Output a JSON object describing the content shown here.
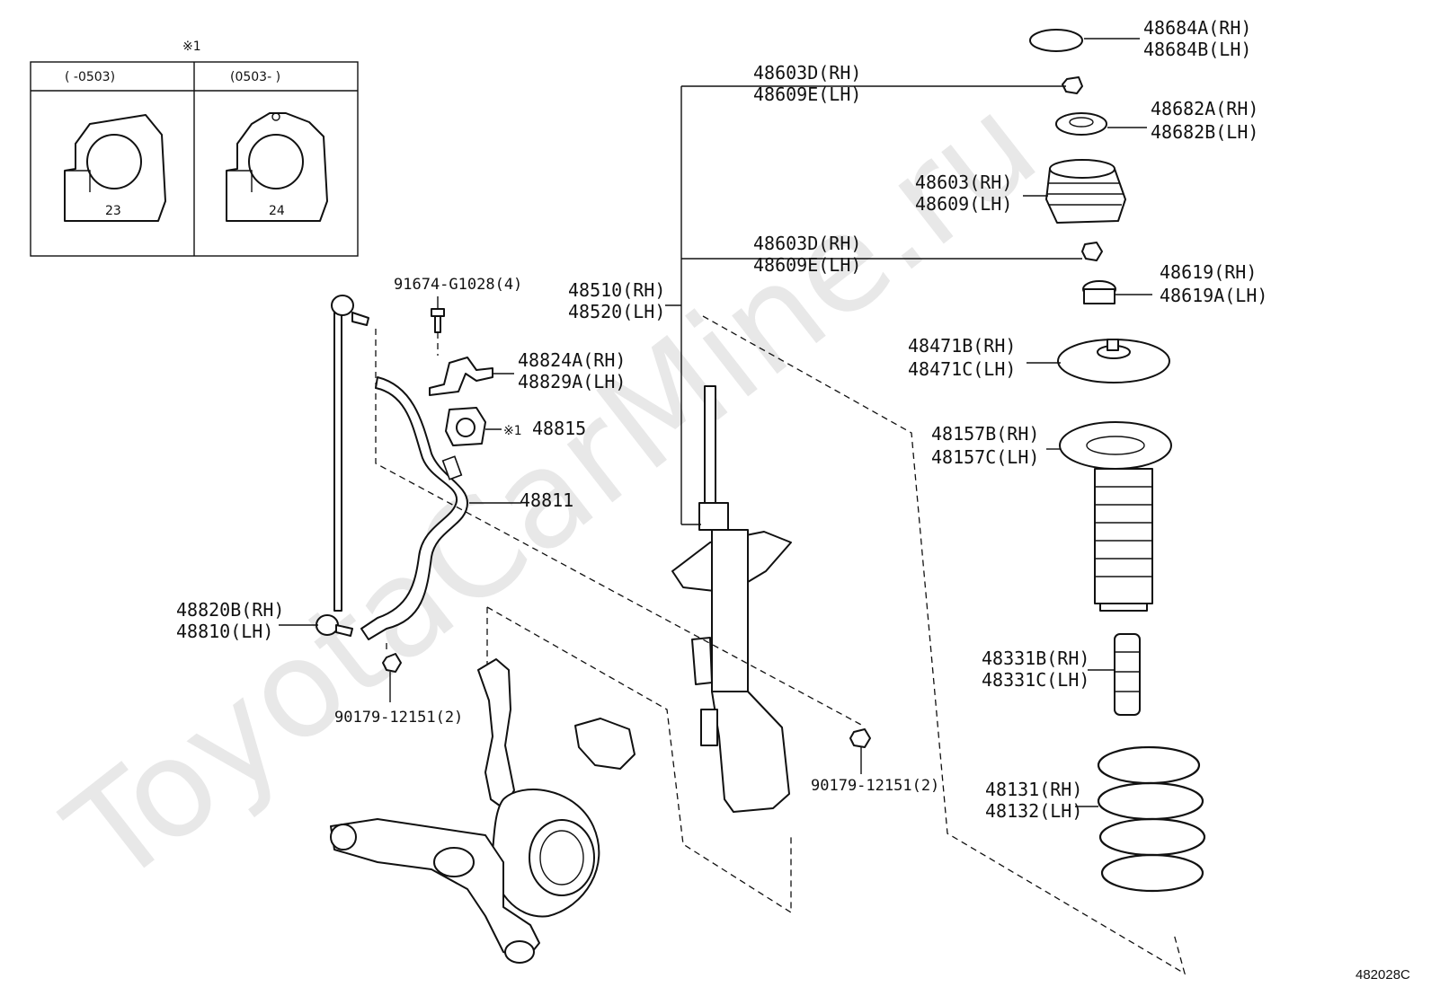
{
  "watermark": "ToyotaCarMine.ru",
  "diagram_code": "482028C",
  "inset": {
    "mark": "※1",
    "col1_header": "(    -0503)",
    "col2_header": "(0503-    )",
    "col1_number": "23",
    "col2_number": "24"
  },
  "labels": {
    "p48684": [
      "48684A(RH)",
      "48684B(LH)"
    ],
    "p48603d_top": [
      "48603D(RH)",
      "48609E(LH)"
    ],
    "p48682": [
      "48682A(RH)",
      "48682B(LH)"
    ],
    "p48603": [
      "48603(RH)",
      "48609(LH)"
    ],
    "p48603d_mid": [
      "48603D(RH)",
      "48609E(LH)"
    ],
    "p48510": [
      "48510(RH)",
      "48520(LH)"
    ],
    "p48619": [
      "48619(RH)",
      "48619A(LH)"
    ],
    "p48471": [
      "48471B(RH)",
      "48471C(LH)"
    ],
    "p48157": [
      "48157B(RH)",
      "48157C(LH)"
    ],
    "p48331": [
      "48331B(RH)",
      "48331C(LH)"
    ],
    "p48131": [
      "48131(RH)",
      "48132(LH)"
    ],
    "p91674": "91674-G1028(4)",
    "p48824": [
      "48824A(RH)",
      "48829A(LH)"
    ],
    "p48815_mark": "※1",
    "p48815": "48815",
    "p48811": "48811",
    "p48820": [
      "48820B(RH)",
      "48810(LH)"
    ],
    "p90179_left": "90179-12151(2)",
    "p90179_right": "90179-12151(2)"
  }
}
